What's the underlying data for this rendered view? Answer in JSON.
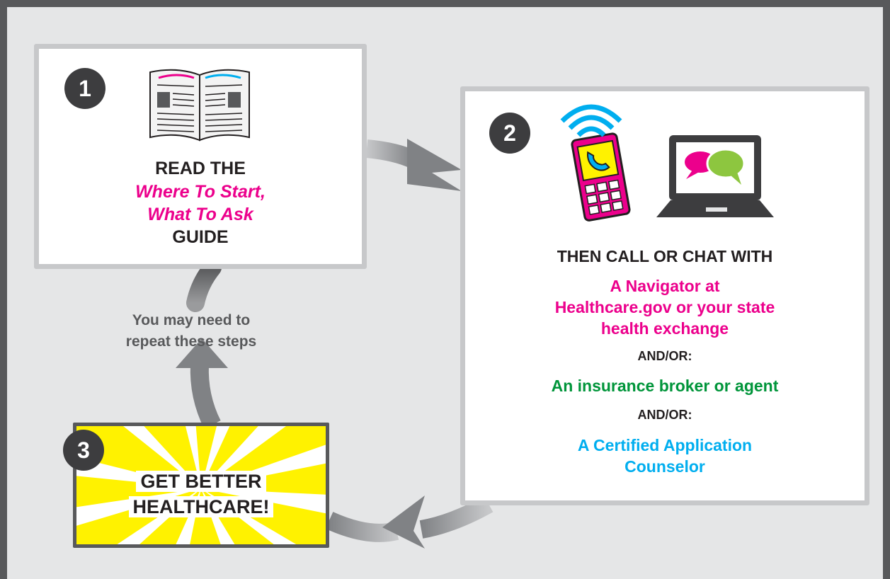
{
  "step1": {
    "number": "1",
    "line1": "READ THE",
    "guide_title_line1": "Where To Start,",
    "guide_title_line2": "What To Ask",
    "line4": "GUIDE"
  },
  "step2": {
    "number": "2",
    "heading": "THEN CALL OR CHAT WITH",
    "option1_line1": "A Navigator at",
    "option1_line2": "Healthcare.gov or your state",
    "option1_line3": "health exchange",
    "andor1": "AND/OR:",
    "option2": "An insurance broker or agent",
    "andor2": "AND/OR:",
    "option3_line1": "A Certified Application",
    "option3_line2": "Counselor"
  },
  "step3": {
    "number": "3",
    "line1": "GET BETTER",
    "line2": "HEALTHCARE!"
  },
  "repeat_note": {
    "line1": "You may need to",
    "line2": "repeat these steps"
  },
  "colors": {
    "background_frame": "#58595b",
    "panel": "#e5e6e7",
    "box_border": "#c7c8ca",
    "arrow": "#808285",
    "pink": "#ec008c",
    "green": "#00953a",
    "cyan": "#00aeef",
    "yellow": "#fff200"
  },
  "icons": [
    "open-book-icon",
    "mobile-phone-icon",
    "wifi-signal-icon",
    "laptop-chat-icon",
    "sunburst-icon"
  ]
}
